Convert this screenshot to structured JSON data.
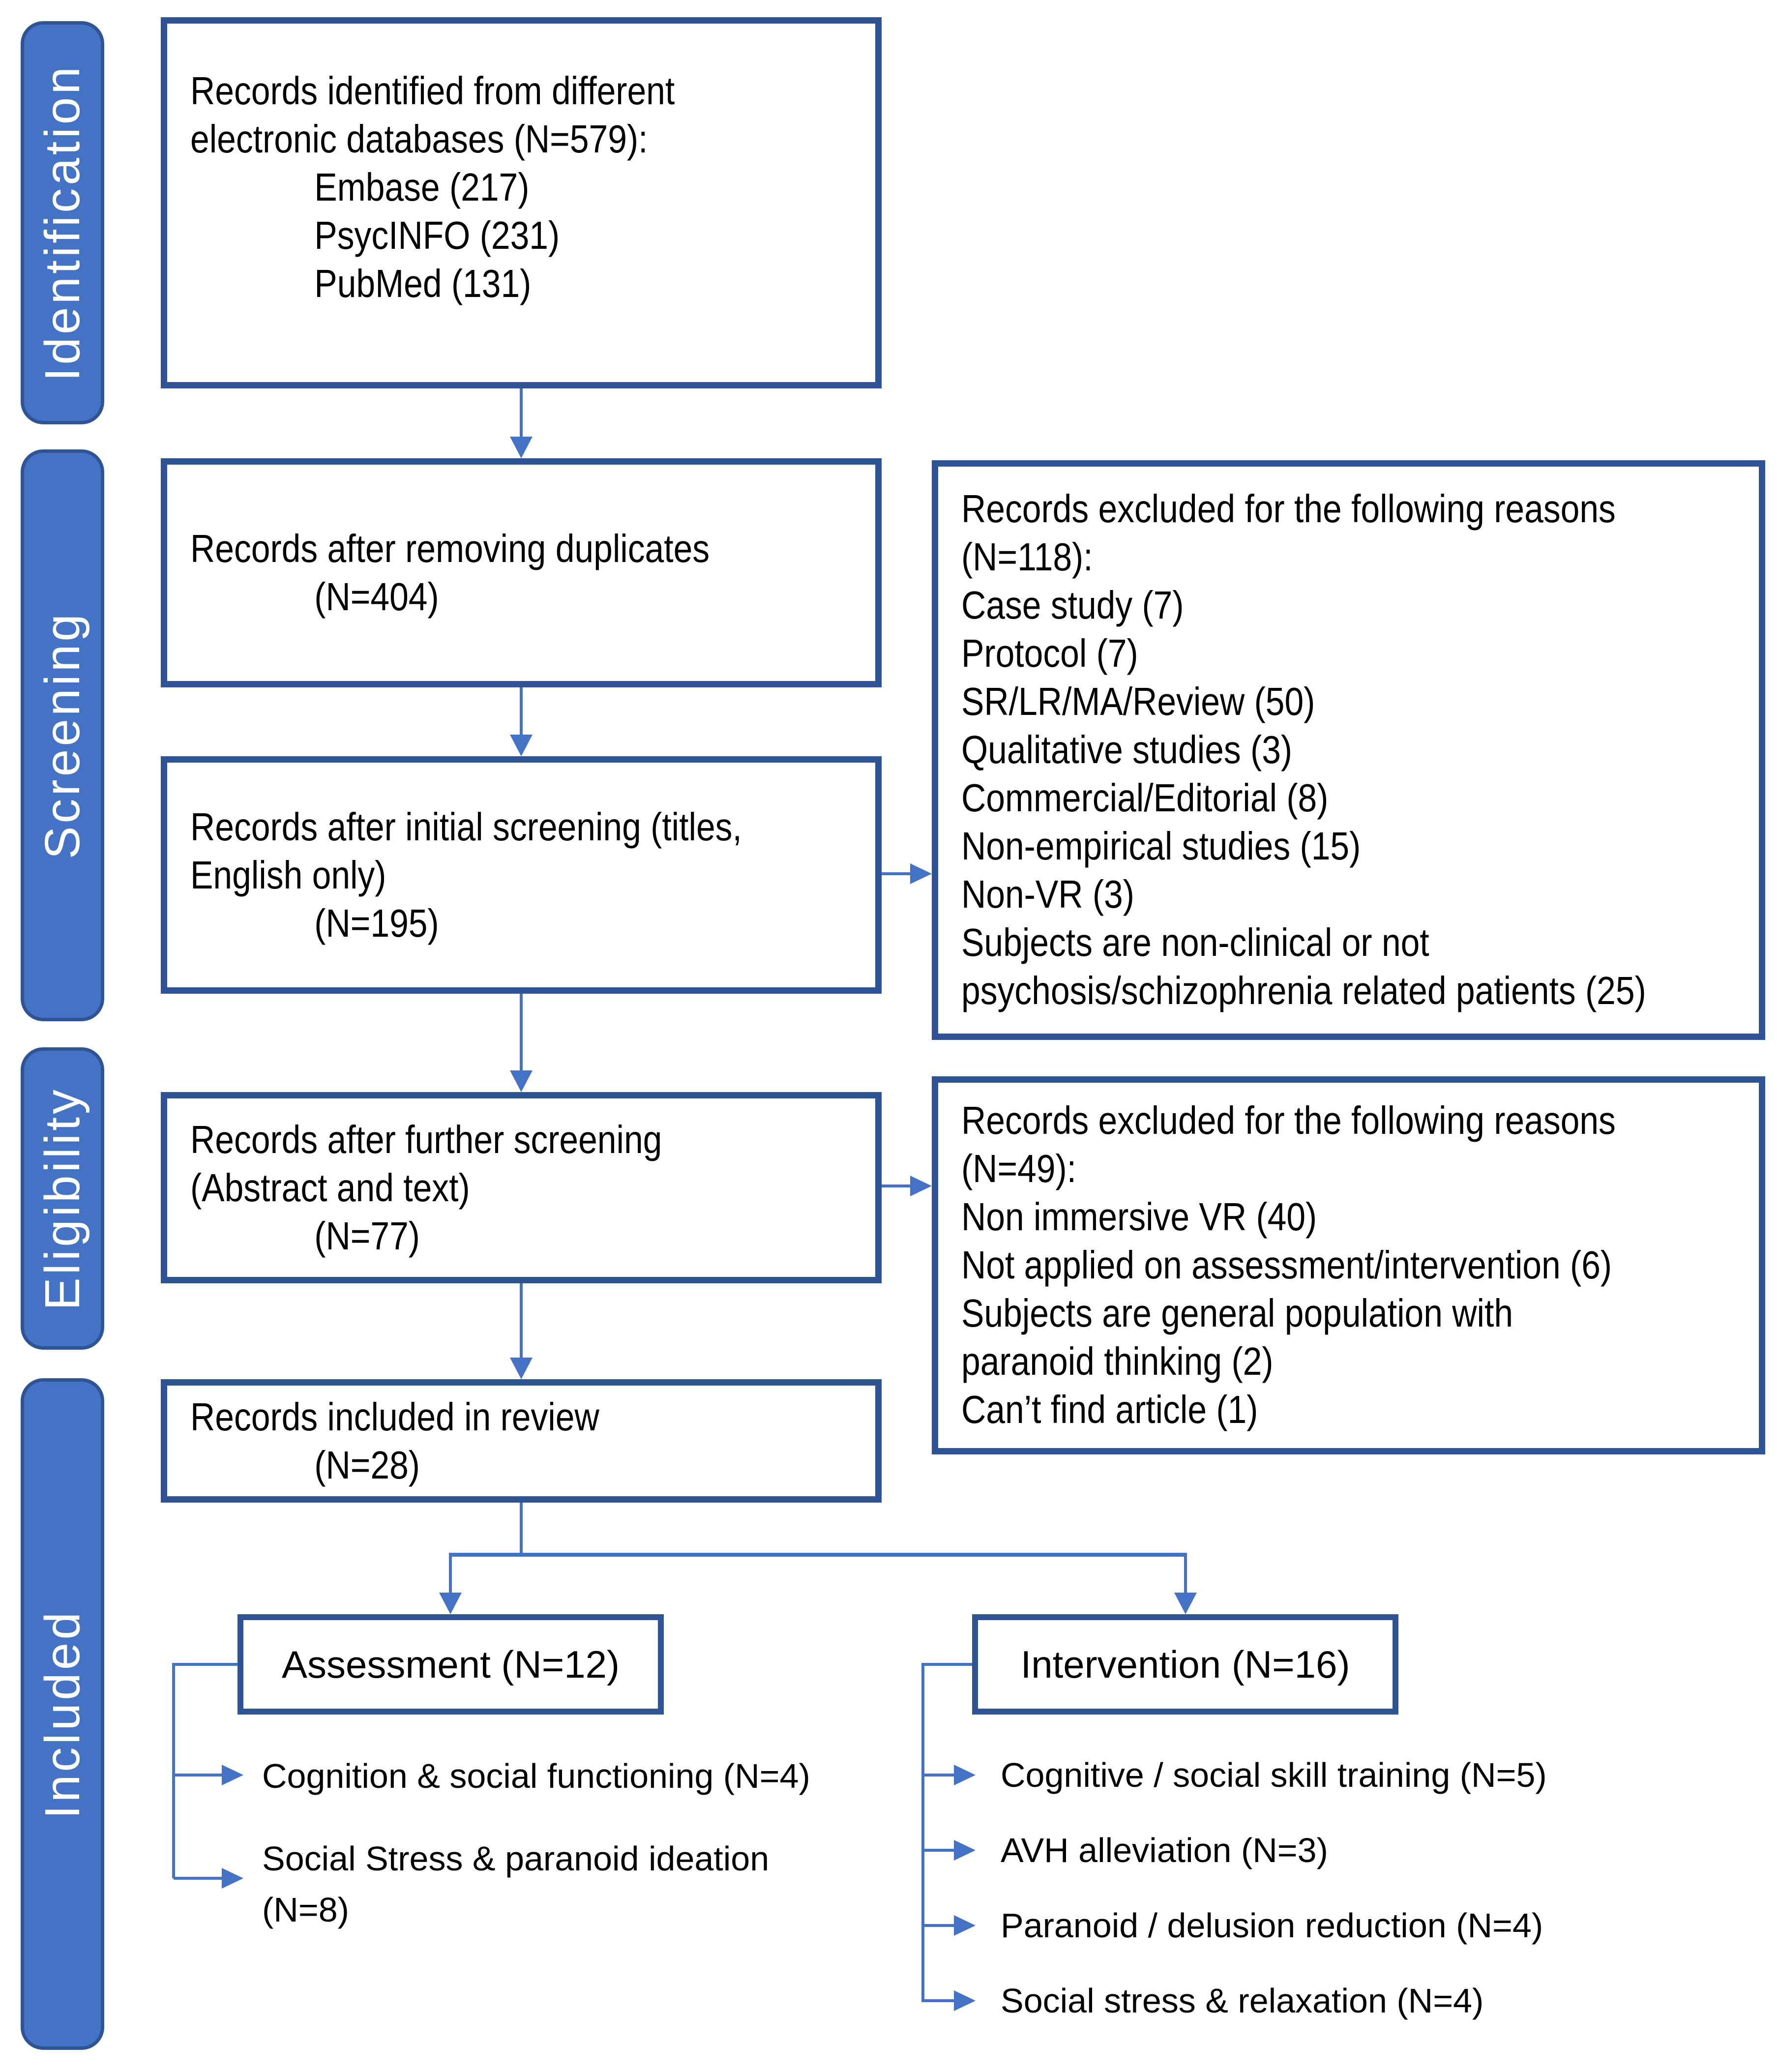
{
  "colors": {
    "box_border": "#2e5496",
    "connector_blue": "#4472c4",
    "sidebar_fill": "#4472c4",
    "sidebar_text": "#ffffff",
    "text": "#000000",
    "background": "#ffffff"
  },
  "sidebar": {
    "labels": [
      "Identification",
      "Screening",
      "Eligibility",
      "Included"
    ]
  },
  "boxes": {
    "identified": {
      "lines": [
        "Records identified from different",
        "electronic databases (N=579):"
      ],
      "indented": [
        "Embase (217)",
        "PsycINFO (231)",
        "PubMed (131)"
      ]
    },
    "duplicates": {
      "lines": [
        "Records after removing duplicates"
      ],
      "indented": [
        "(N=404)"
      ]
    },
    "initial": {
      "lines": [
        "Records after initial screening (titles,",
        "English only)"
      ],
      "indented": [
        "(N=195)"
      ]
    },
    "further": {
      "lines": [
        "Records after further screening",
        "(Abstract and text)"
      ],
      "indented": [
        "(N=77)"
      ]
    },
    "included": {
      "lines": [
        "Records included in review"
      ],
      "indented": [
        "(N=28)"
      ]
    }
  },
  "exclusions": {
    "first": {
      "lines": [
        "Records excluded for the following reasons",
        "(N=118):",
        "Case study (7)",
        "Protocol (7)",
        "SR/LR/MA/Review (50)",
        "Qualitative studies (3)",
        "Commercial/Editorial (8)",
        "Non-empirical studies (15)",
        "Non-VR (3)",
        "Subjects are non-clinical or not",
        "psychosis/schizophrenia related patients (25)"
      ]
    },
    "second": {
      "lines": [
        "Records excluded for the following reasons",
        "(N=49):",
        "Non immersive VR (40)",
        "Not applied on assessment/intervention (6)",
        "Subjects are general population with",
        "paranoid thinking (2)",
        "Can’t find article (1)"
      ]
    }
  },
  "branches": {
    "assessment": {
      "label": "Assessment (N=12)",
      "items": [
        [
          "Cognition & social functioning (N=4)"
        ],
        [
          "Social Stress & paranoid ideation",
          "(N=8)"
        ]
      ]
    },
    "intervention": {
      "label": "Intervention (N=16)",
      "items": [
        [
          "Cognitive / social skill training (N=5)"
        ],
        [
          "AVH alleviation (N=3)"
        ],
        [
          "Paranoid / delusion reduction (N=4)"
        ],
        [
          "Social stress & relaxation (N=4)"
        ]
      ]
    }
  }
}
